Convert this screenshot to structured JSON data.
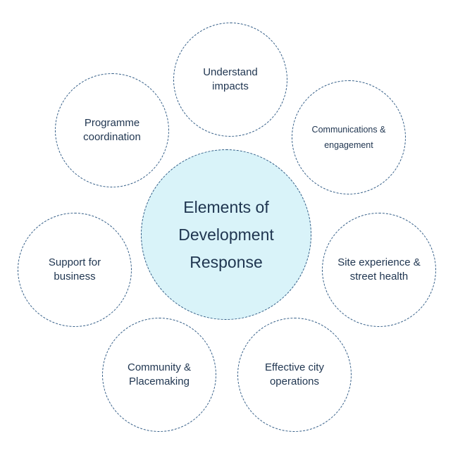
{
  "center": {
    "label": "Elements of Development Response"
  },
  "elements": {
    "understand": "Understand impacts",
    "communications": "Communications & engagement",
    "site_experience": "Site experience & street health",
    "effective_operations": "Effective city operations",
    "community": "Community & Placemaking",
    "support_business": "Support for business",
    "programme": "Programme coordination"
  },
  "colors": {
    "center_fill": "#d9f3f9",
    "outline": "#2f5a84",
    "text": "#1f3550"
  }
}
